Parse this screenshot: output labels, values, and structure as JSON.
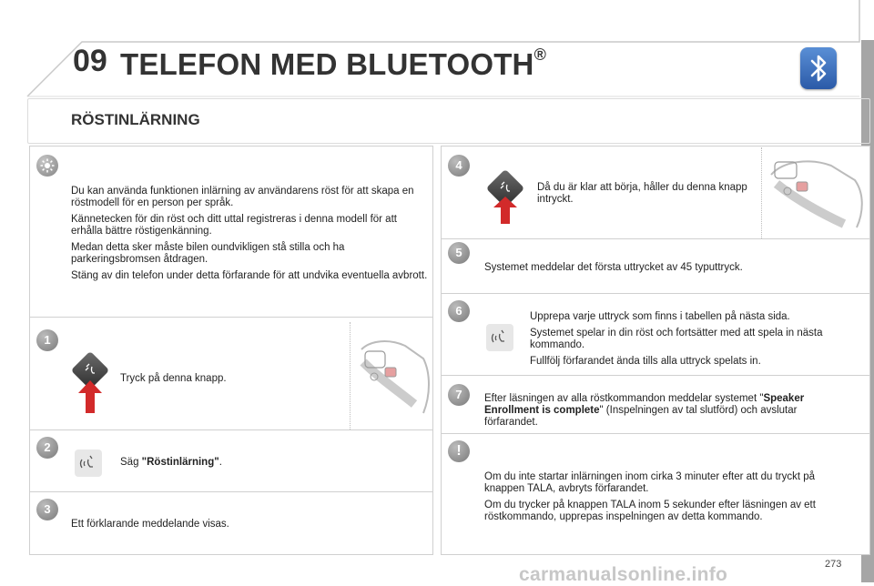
{
  "header": {
    "chapter": "09",
    "title": "TELEFON MED BLUETOOTH",
    "title_mark": "®"
  },
  "section": {
    "title": "RÖSTINLÄRNING"
  },
  "intro": {
    "paragraphs": [
      "Du kan använda funktionen inlärning av användarens röst för att skapa en röstmodell för en person per språk.",
      " Kännetecken för din röst och ditt uttal registreras i denna modell för att erhålla bättre röstigenkänning.",
      " Medan detta sker måste bilen oundvikligen stå stilla och ha parkeringsbromsen åtdragen.",
      " Stäng av din telefon under detta förfarande för att undvika eventuella avbrott."
    ]
  },
  "steps": [
    {
      "number": "1",
      "text": "Tryck på denna knapp."
    },
    {
      "number": "2",
      "prefix": "Säg ",
      "strong": "\"Röstinlärning\"",
      "suffix": "."
    },
    {
      "number": "3",
      "text": "Ett förklarande meddelande visas."
    },
    {
      "number": "4",
      "text": "Då du är klar att börja, håller du denna knapp intryckt."
    },
    {
      "number": "5",
      "text": "Systemet meddelar det första uttrycket av 45 typuttryck."
    },
    {
      "number": "6",
      "lines": [
        "Upprepa varje uttryck som finns i tabellen på nästa sida.",
        "Systemet spelar in din röst och fortsätter med att spela in nästa kommando.",
        "Fullfölj förfarandet ända tills alla uttryck spelats in."
      ]
    },
    {
      "number": "7",
      "prefix": "Efter läsningen av alla röstkommandon meddelar systemet \"",
      "strong": "Speaker Enrollment is complete",
      "suffix": "\" (Inspelningen av tal slutförd) och avslutar förfarandet."
    }
  ],
  "warning": {
    "mark": "!",
    "paragraphs": [
      "Om du inte startar inlärningen inom cirka 3 minuter efter att du tryckt på knappen TALA, avbryts förfarandet.",
      "Om du trycker på knappen TALA inom 5 sekunder efter läsningen av ett röstkommando, upprepas inspelningen av detta kommando."
    ]
  },
  "page_number": "273",
  "watermark": "carmanualsonline.info",
  "colors": {
    "badge": "#8a8a8a",
    "arrow": "#d22a2a",
    "bluetooth": "#2b5aa8"
  }
}
